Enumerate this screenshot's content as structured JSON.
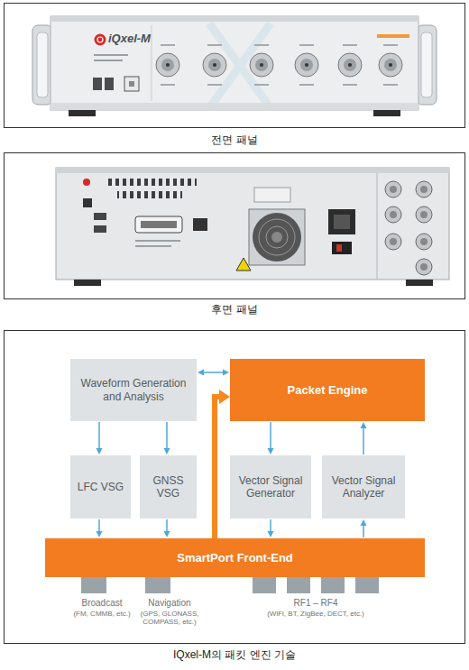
{
  "diagram": {
    "caption": "IQxel-M의 패킷 엔진 기술",
    "nodes": [
      {
        "text": [
          "Waveform Generation and Analysis"
        ]
      },
      {
        "text": [
          "Packet Engine"
        ]
      },
      {
        "text": [
          "LFC VSG"
        ]
      },
      {
        "text": [
          "GNSS VSG"
        ]
      },
      {
        "text": [
          "Vector Signal Generator"
        ]
      },
      {
        "text": [
          "Vector Signal Analyzer"
        ]
      },
      {
        "text": [
          "SmartPort Front-End"
        ]
      }
    ],
    "edges": [
      {
        "from": 0,
        "to": 1,
        "arrow": "both"
      },
      {
        "from": 0,
        "to": 2,
        "arrow": "to"
      },
      {
        "from": 0,
        "to": 3,
        "arrow": "to"
      },
      {
        "from": 2,
        "to": 6,
        "arrow": "to"
      },
      {
        "from": 3,
        "to": 6,
        "arrow": "to"
      },
      {
        "from": 6,
        "to": 1,
        "arrow": "to"
      },
      {
        "from": 1,
        "to": 4,
        "arrow": "to"
      },
      {
        "from": 4,
        "to": 6,
        "arrow": "to"
      },
      {
        "from": 6,
        "to": 5,
        "arrow": "to"
      },
      {
        "from": 5,
        "to": 1,
        "arrow": "to"
      }
    ],
    "labels": [
      "iQxel-M",
      "전면 패널",
      "후면 패널",
      "Broadcast",
      "(FM, CMMB, etc.)",
      "Navigation",
      "(GPS, GLONASS, COMPASS, etc.)",
      "RF1 – RF4",
      "(WiFi, BT, ZigBee, DECT, etc.)"
    ]
  }
}
